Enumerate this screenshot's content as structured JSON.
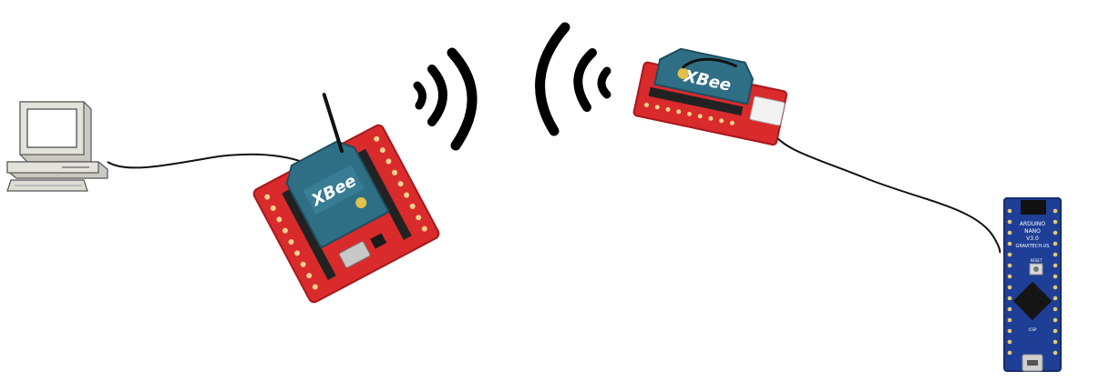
{
  "diagram": {
    "xbee_left": {
      "brand_label": "XBee"
    },
    "xbee_right": {
      "brand_label": "XBee"
    },
    "arduino": {
      "board_text": [
        "ARDUINO",
        "NANO",
        "V3.0",
        "GRAVITECH.US"
      ],
      "pin_labels": [
        "RESET",
        "ICSP"
      ]
    }
  },
  "colors": {
    "breakout_red": "#d92a2c",
    "breakout_dark_red": "#a8181c",
    "xbee_blue": "#2f6f86",
    "arduino_blue": "#1f3f96",
    "computer_beige": "#e3e3dc",
    "cable": "#111111",
    "signal": "#000000"
  },
  "icons": [
    "computer-icon",
    "wifi-signal-right-icon",
    "wifi-signal-left-icon"
  ]
}
